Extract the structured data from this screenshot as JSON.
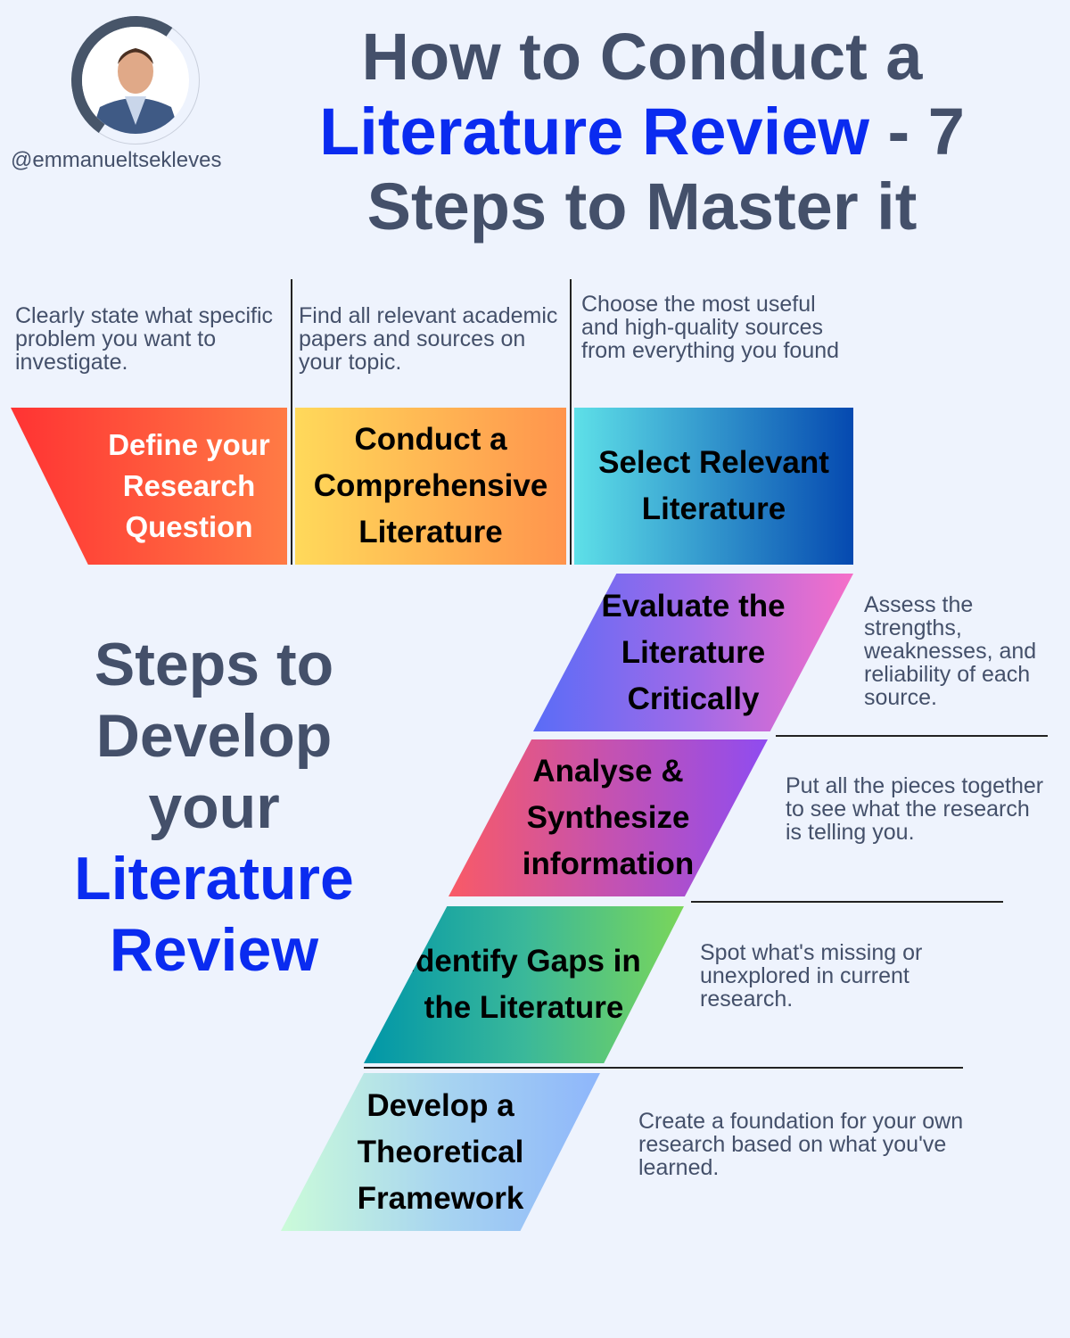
{
  "header": {
    "handle": "@emmanueltsekleves",
    "title_line1": "How to Conduct a",
    "title_highlight": "Literature Review",
    "title_rest": " - 7",
    "title_line3": "Steps to Master it"
  },
  "side_title": {
    "line1": "Steps to",
    "line2": "Develop",
    "line3": "your",
    "line4": "Literature",
    "line5": "Review"
  },
  "steps": [
    {
      "label": "Define your Research Question",
      "description": "Clearly state what specific problem you want to investigate."
    },
    {
      "label": "Conduct a Comprehensive Literature",
      "description": "Find all  relevant academic papers and sources on your topic."
    },
    {
      "label": "Select Relevant Literature",
      "description": "Choose the most useful and high-quality sources from everything you found"
    },
    {
      "label": "Evaluate the Literature Critically",
      "description": "Assess the strengths, weaknesses, and reliability of each source."
    },
    {
      "label": "Analyse & Synthesize information",
      "description": "Put all the pieces together to see what the research is telling you."
    },
    {
      "label": "Identify Gaps in the Literature",
      "description": "Spot what's missing or unexplored in current research."
    },
    {
      "label": "Develop a Theoretical Framework",
      "description": "Create a foundation for your own research based on what you've learned."
    }
  ],
  "colors": {
    "accent": "#0a2bf0",
    "text": "#44506a",
    "background": "#eef3fd"
  }
}
